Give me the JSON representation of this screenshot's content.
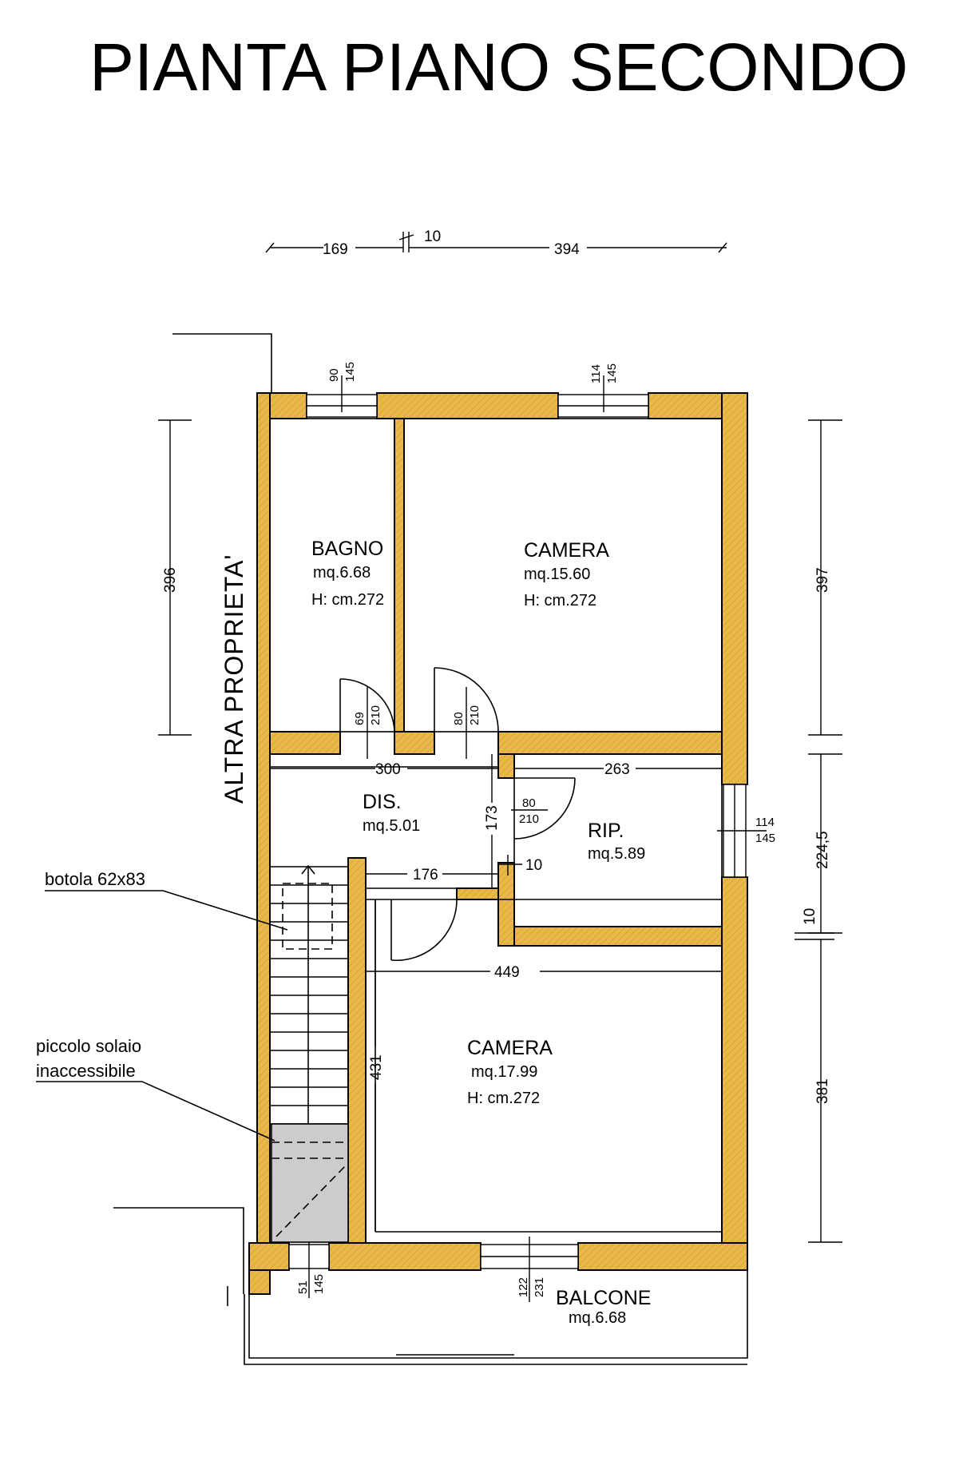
{
  "title": "PIANTA PIANO SECONDO",
  "neighbor_label": "ALTRA PROPRIETA'",
  "colors": {
    "wall": "#e8b84a",
    "inaccessible": "#cccccc"
  },
  "rooms": {
    "bagno": {
      "name": "BAGNO",
      "area": "mq.6.68",
      "height": "H: cm.272"
    },
    "camera1": {
      "name": "CAMERA",
      "area": "mq.15.60",
      "height": "H: cm.272"
    },
    "dis": {
      "name": "DIS.",
      "area": "mq.5.01"
    },
    "rip": {
      "name": "RIP.",
      "area": "mq.5.89"
    },
    "camera2": {
      "name": "CAMERA",
      "area": "mq.17.99",
      "height": "H: cm.272"
    },
    "balcone": {
      "name": "BALCONE",
      "area": "mq.6.68"
    }
  },
  "annotations": {
    "botola": "botola 62x83",
    "solaio_line1": "piccolo solaio",
    "solaio_line2": "inaccessibile"
  },
  "dimensions": {
    "top_169": "169",
    "top_10": "10",
    "top_394": "394",
    "left_396": "396",
    "right_397": "397",
    "right_224": "224,5",
    "right_10": "10",
    "right_381": "381",
    "dis_300": "300",
    "rip_263": "263",
    "dis_176": "176",
    "dis_173": "173",
    "rip_10": "10",
    "camera_449": "449",
    "camera_431": "431",
    "win_bagno_a": "90",
    "win_bagno_b": "145",
    "win_camera_a": "114",
    "win_camera_b": "145",
    "door_bagno_a": "69",
    "door_bagno_b": "210",
    "door_camera_a": "80",
    "door_camera_b": "210",
    "door_rip_a": "80",
    "door_rip_b": "210",
    "win_rip_a": "114",
    "win_rip_b": "145",
    "win_stair_a": "51",
    "win_stair_b": "145",
    "win_balcone_a": "122",
    "win_balcone_b": "231"
  }
}
